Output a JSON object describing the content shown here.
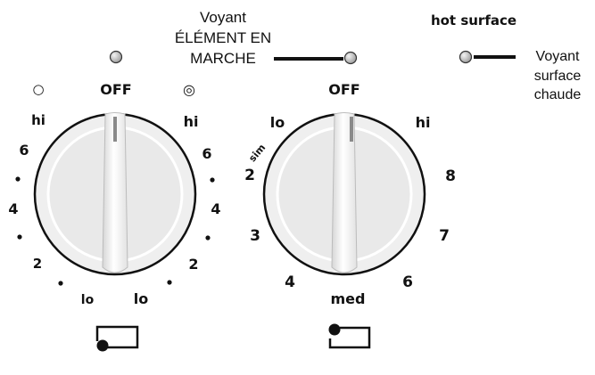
{
  "callouts": {
    "voyant_element": {
      "line1": "Voyant",
      "line2": "ÉLÉMENT EN",
      "line3": "MARCHE"
    },
    "hot_surface": "hot surface",
    "voyant_surface": {
      "line1": "Voyant",
      "line2": "surface",
      "line3": "chaude"
    }
  },
  "left_knob": {
    "off_label": "OFF",
    "left_scale": [
      "hi",
      "6",
      "4",
      "2",
      "lo"
    ],
    "right_scale": [
      "hi",
      "6",
      "4",
      "2",
      "lo"
    ],
    "single_ring_symbol": "○",
    "double_ring_symbol": "◎"
  },
  "right_knob": {
    "off_label": "OFF",
    "labels": {
      "lo": "lo",
      "sim": "sim",
      "two": "2",
      "three": "3",
      "four": "4",
      "med": "med",
      "six": "6",
      "seven": "7",
      "eight": "8",
      "hi": "hi"
    }
  },
  "colors": {
    "line": "#111111",
    "knob_fill": "#ececec",
    "light": "#bdbdbd",
    "mark": "#8a8a8a"
  }
}
